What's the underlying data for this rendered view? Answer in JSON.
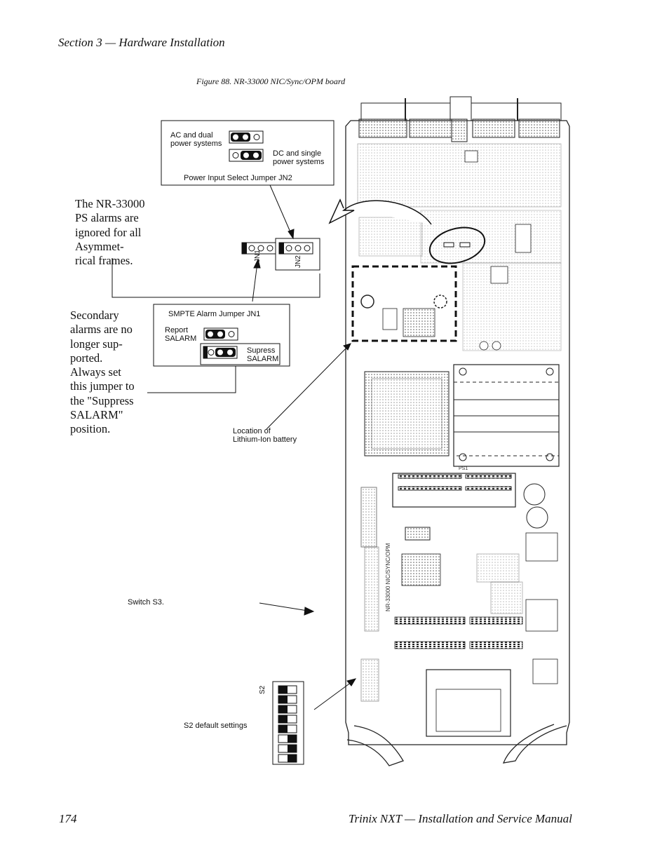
{
  "header": {
    "section": "Section 3 — Hardware Installation"
  },
  "figure": {
    "caption": "Figure 88.  NR-33000  NIC/Sync/OPM board"
  },
  "notes": {
    "ps_alarms": "The NR-33000\nPS alarms are\nignored for all\nAsymmet-\nrical frames.",
    "secondary_alarms": "Secondary\nalarms are no\nlonger sup-\nported.\nAlways set\nthis jumper to\nthe \"Suppress\nSALARM\"\nposition."
  },
  "jn2_callout": {
    "ac_label": "AC and dual\npower systems",
    "dc_label": "DC and single\npower systems",
    "title": "Power Input Select Jumper JN2"
  },
  "jn1_callout": {
    "title": "SMPTE Alarm Jumper JN1",
    "report_label": "Report\nSALARM",
    "suppress_label": "Supress\nSALARM"
  },
  "jumper_labels": {
    "jn1": "JN1",
    "jn2": "JN2"
  },
  "labels": {
    "battery": "Location of\nLithium-Ion battery",
    "switch_s3": "Switch S3.",
    "s2_default": "S2 default settings",
    "s2_name": "S2",
    "board_name": "NR-33000 NIC/SYNC/OPM",
    "ps1": "PS1"
  },
  "footer": {
    "page_number": "174",
    "manual_title": "Trinix NXT  —  Installation and Service Manual"
  }
}
